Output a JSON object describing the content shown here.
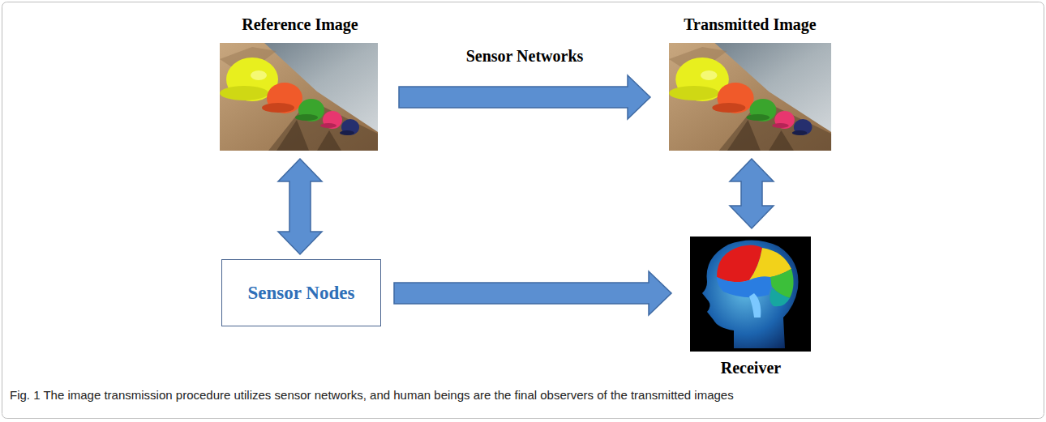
{
  "diagram": {
    "caption": "Fig. 1 The image transmission procedure utilizes sensor networks, and human beings are the final observers of the transmitted images",
    "nodes": [
      {
        "text": [
          "Reference Image"
        ]
      },
      {
        "text": [
          "Transmitted Image"
        ]
      },
      {
        "text": [
          "Sensor Nodes"
        ]
      },
      {
        "text": [
          "Receiver"
        ]
      }
    ],
    "edges": [
      {
        "from": 0,
        "to": 1,
        "label": "Sensor Networks",
        "arrow": "to"
      },
      {
        "from": 0,
        "to": 2,
        "arrow": "both"
      },
      {
        "from": 1,
        "to": 3,
        "arrow": "both"
      },
      {
        "from": 2,
        "to": 3,
        "arrow": "to"
      }
    ]
  }
}
